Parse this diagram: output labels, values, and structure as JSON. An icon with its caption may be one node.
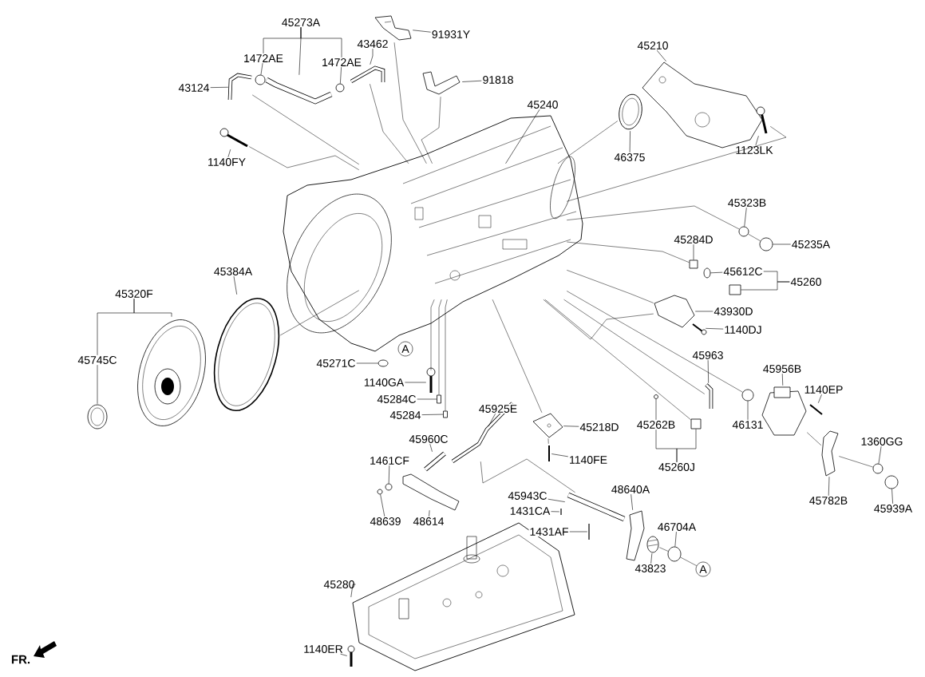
{
  "diagram": {
    "nodes": [
      {
        "text": [
          "45273A"
        ]
      },
      {
        "text": [
          "1472AE"
        ]
      },
      {
        "text": [
          "1472AE"
        ]
      },
      {
        "text": [
          "43124"
        ]
      },
      {
        "text": [
          "43462"
        ]
      },
      {
        "text": [
          "91931Y"
        ]
      },
      {
        "text": [
          "91818"
        ]
      },
      {
        "text": [
          "45240"
        ]
      },
      {
        "text": [
          "45210"
        ]
      },
      {
        "text": [
          "46375"
        ]
      },
      {
        "text": [
          "1123LK"
        ]
      },
      {
        "text": [
          "1140FY"
        ]
      },
      {
        "text": [
          "45323B"
        ]
      },
      {
        "text": [
          "45235A"
        ]
      },
      {
        "text": [
          "45284D"
        ]
      },
      {
        "text": [
          "45612C"
        ]
      },
      {
        "text": [
          "45260"
        ]
      },
      {
        "text": [
          "43930D"
        ]
      },
      {
        "text": [
          "1140DJ"
        ]
      },
      {
        "text": [
          "45384A"
        ]
      },
      {
        "text": [
          "45320F"
        ]
      },
      {
        "text": [
          "45745C"
        ]
      },
      {
        "text": [
          "45271C"
        ]
      },
      {
        "text": [
          "1140GA"
        ]
      },
      {
        "text": [
          "45284C"
        ]
      },
      {
        "text": [
          "45284"
        ]
      },
      {
        "text": [
          "45963"
        ]
      },
      {
        "text": [
          "45956B"
        ]
      },
      {
        "text": [
          "1140EP"
        ]
      },
      {
        "text": [
          "46131"
        ]
      },
      {
        "text": [
          "45925E"
        ]
      },
      {
        "text": [
          "45218D"
        ]
      },
      {
        "text": [
          "45262B"
        ]
      },
      {
        "text": [
          "45260J"
        ]
      },
      {
        "text": [
          "1140FE"
        ]
      },
      {
        "text": [
          "45960C"
        ]
      },
      {
        "text": [
          "1461CF"
        ]
      },
      {
        "text": [
          "1360GG"
        ]
      },
      {
        "text": [
          "48639"
        ]
      },
      {
        "text": [
          "48614"
        ]
      },
      {
        "text": [
          "45943C"
        ]
      },
      {
        "text": [
          "1431CA"
        ]
      },
      {
        "text": [
          "48640A"
        ]
      },
      {
        "text": [
          "1431AF"
        ]
      },
      {
        "text": [
          "46704A"
        ]
      },
      {
        "text": [
          "43823"
        ]
      },
      {
        "text": [
          "45782B"
        ]
      },
      {
        "text": [
          "45939A"
        ]
      },
      {
        "text": [
          "45280"
        ]
      },
      {
        "text": [
          "1140ER"
        ]
      },
      {
        "text": [],
        "shape": "picture"
      },
      {
        "text": [],
        "shape": "circle"
      },
      {
        "text": [],
        "shape": "circle"
      },
      {
        "text": [],
        "shape": "picture"
      },
      {
        "text": [],
        "shape": "picture"
      },
      {
        "text": [],
        "shape": "picture"
      },
      {
        "text": [],
        "shape": "picture"
      },
      {
        "text": [],
        "shape": "picture"
      },
      {
        "text": [],
        "shape": "picture"
      },
      {
        "text": [],
        "shape": "picture"
      },
      {
        "text": [],
        "shape": "picture"
      },
      {
        "text": [],
        "shape": "picture"
      },
      {
        "text": [],
        "shape": "circle"
      },
      {
        "text": [],
        "shape": "circle"
      },
      {
        "text": [],
        "shape": "box"
      },
      {
        "text": [],
        "shape": "circle"
      },
      {
        "text": [],
        "shape": "box"
      },
      {
        "text": [],
        "shape": "picture"
      },
      {
        "text": [],
        "shape": "picture"
      },
      {
        "text": [],
        "shape": "picture"
      },
      {
        "text": [],
        "shape": "picture"
      },
      {
        "text": [],
        "shape": "picture"
      },
      {
        "text": [],
        "shape": "circle"
      },
      {
        "text": [],
        "shape": "picture"
      },
      {
        "text": [],
        "shape": "box"
      },
      {
        "text": [],
        "shape": "box"
      },
      {
        "text": [],
        "shape": "picture"
      },
      {
        "text": [],
        "shape": "picture"
      },
      {
        "text": [],
        "shape": "picture"
      },
      {
        "text": [],
        "shape": "circle"
      },
      {
        "text": [],
        "shape": "picture"
      },
      {
        "text": [],
        "shape": "picture"
      },
      {
        "text": [],
        "shape": "circle"
      },
      {
        "text": [],
        "shape": "box"
      },
      {
        "text": [],
        "shape": "picture"
      },
      {
        "text": [],
        "shape": "picture"
      },
      {
        "text": [],
        "shape": "circle"
      },
      {
        "text": [],
        "shape": "circle"
      },
      {
        "text": [],
        "shape": "circle"
      },
      {
        "text": [],
        "shape": "picture"
      },
      {
        "text": [],
        "shape": "picture"
      },
      {
        "text": [],
        "shape": "picture"
      },
      {
        "text": [],
        "shape": "picture"
      },
      {
        "text": [],
        "shape": "picture"
      },
      {
        "text": [],
        "shape": "circle"
      },
      {
        "text": [],
        "shape": "picture"
      },
      {
        "text": [],
        "shape": "picture"
      },
      {
        "text": [],
        "shape": "circle"
      },
      {
        "text": [],
        "shape": "picture"
      },
      {
        "text": [],
        "shape": "picture"
      },
      {
        "text": [
          "A"
        ]
      },
      {
        "text": [
          "A"
        ]
      }
    ],
    "edges": [
      {
        "from": 0,
        "to": 1,
        "arrow": "none"
      },
      {
        "from": 0,
        "to": 2,
        "arrow": "none"
      },
      {
        "from": 0,
        "to": 50,
        "arrow": "none"
      },
      {
        "from": 1,
        "to": 51,
        "arrow": "none"
      },
      {
        "from": 2,
        "to": 52,
        "arrow": "none"
      },
      {
        "from": 3,
        "to": 53,
        "arrow": "none"
      },
      {
        "from": 4,
        "to": 54,
        "arrow": "none"
      },
      {
        "from": 5,
        "to": 55,
        "arrow": "none"
      },
      {
        "from": 6,
        "to": 56,
        "arrow": "none"
      },
      {
        "from": 7,
        "to": 57,
        "arrow": "none"
      },
      {
        "from": 8,
        "to": 58,
        "arrow": "none"
      },
      {
        "from": 9,
        "to": 59,
        "arrow": "none"
      },
      {
        "from": 10,
        "to": 60,
        "arrow": "none"
      },
      {
        "from": 11,
        "to": 61,
        "arrow": "none"
      },
      {
        "from": 12,
        "to": 62,
        "arrow": "none"
      },
      {
        "from": 13,
        "to": 63,
        "arrow": "none"
      },
      {
        "from": 14,
        "to": 64,
        "arrow": "none"
      },
      {
        "from": 15,
        "to": 65,
        "arrow": "none"
      },
      {
        "from": 16,
        "to": 15,
        "arrow": "none"
      },
      {
        "from": 16,
        "to": 66,
        "arrow": "none"
      },
      {
        "from": 17,
        "to": 67,
        "arrow": "none"
      },
      {
        "from": 18,
        "to": 68,
        "arrow": "none"
      },
      {
        "from": 19,
        "to": 69,
        "arrow": "none"
      },
      {
        "from": 20,
        "to": 21,
        "arrow": "none"
      },
      {
        "from": 20,
        "to": 70,
        "arrow": "none"
      },
      {
        "from": 21,
        "to": 71,
        "arrow": "none"
      },
      {
        "from": 22,
        "to": 72,
        "arrow": "none"
      },
      {
        "from": 23,
        "to": 73,
        "arrow": "none"
      },
      {
        "from": 24,
        "to": 74,
        "arrow": "none"
      },
      {
        "from": 25,
        "to": 75,
        "arrow": "none"
      },
      {
        "from": 26,
        "to": 76,
        "arrow": "none"
      },
      {
        "from": 27,
        "to": 77,
        "arrow": "none"
      },
      {
        "from": 28,
        "to": 78,
        "arrow": "none"
      },
      {
        "from": 29,
        "to": 79,
        "arrow": "none"
      },
      {
        "from": 30,
        "to": 80,
        "arrow": "none"
      },
      {
        "from": 31,
        "to": 81,
        "arrow": "none"
      },
      {
        "from": 32,
        "to": 82,
        "arrow": "none"
      },
      {
        "from": 33,
        "to": 32,
        "arrow": "none"
      },
      {
        "from": 33,
        "to": 83,
        "arrow": "none"
      },
      {
        "from": 34,
        "to": 84,
        "arrow": "none"
      },
      {
        "from": 35,
        "to": 85,
        "arrow": "none"
      },
      {
        "from": 36,
        "to": 86,
        "arrow": "none"
      },
      {
        "from": 37,
        "to": 87,
        "arrow": "none"
      },
      {
        "from": 38,
        "to": 88,
        "arrow": "none"
      },
      {
        "from": 39,
        "to": 89,
        "arrow": "none"
      },
      {
        "from": 40,
        "to": 90,
        "arrow": "none"
      },
      {
        "from": 41,
        "to": 91,
        "arrow": "none"
      },
      {
        "from": 42,
        "to": 92,
        "arrow": "none"
      },
      {
        "from": 43,
        "to": 93,
        "arrow": "none"
      },
      {
        "from": 44,
        "to": 94,
        "arrow": "none"
      },
      {
        "from": 45,
        "to": 95,
        "arrow": "none"
      },
      {
        "from": 46,
        "to": 96,
        "arrow": "none"
      },
      {
        "from": 47,
        "to": 97,
        "arrow": "none"
      },
      {
        "from": 48,
        "to": 98,
        "arrow": "none"
      },
      {
        "from": 49,
        "to": 99,
        "arrow": "none"
      },
      {
        "from": 53,
        "to": 57,
        "arrow": "none"
      },
      {
        "from": 61,
        "to": 57,
        "arrow": "none"
      },
      {
        "from": 54,
        "to": 57,
        "arrow": "none"
      },
      {
        "from": 55,
        "to": 57,
        "arrow": "none"
      },
      {
        "from": 56,
        "to": 57,
        "arrow": "none"
      },
      {
        "from": 59,
        "to": 57,
        "arrow": "none"
      },
      {
        "from": 60,
        "to": 57,
        "arrow": "none"
      },
      {
        "from": 62,
        "to": 57,
        "arrow": "none"
      },
      {
        "from": 63,
        "to": 62,
        "arrow": "none"
      },
      {
        "from": 64,
        "to": 57,
        "arrow": "none"
      },
      {
        "from": 67,
        "to": 57,
        "arrow": "none"
      },
      {
        "from": 67,
        "to": 57,
        "arrow": "none"
      },
      {
        "from": 76,
        "to": 57,
        "arrow": "none"
      },
      {
        "from": 79,
        "to": 57,
        "arrow": "none"
      },
      {
        "from": 87,
        "to": 96,
        "arrow": "none"
      },
      {
        "from": 96,
        "to": 77,
        "arrow": "none"
      },
      {
        "from": 83,
        "to": 57,
        "arrow": "none"
      },
      {
        "from": 81,
        "to": 57,
        "arrow": "none"
      },
      {
        "from": 69,
        "to": 57,
        "arrow": "none"
      },
      {
        "from": 73,
        "to": 57,
        "arrow": "none"
      },
      {
        "from": 74,
        "to": 57,
        "arrow": "none"
      },
      {
        "from": 75,
        "to": 57,
        "arrow": "none"
      },
      {
        "from": 80,
        "to": 90,
        "arrow": "none"
      },
      {
        "from": 95,
        "to": 94,
        "arrow": "none"
      },
      {
        "from": 94,
        "to": 101,
        "arrow": "none"
      },
      {
        "from": 84,
        "to": 81,
        "arrow": "none"
      }
    ],
    "labels": [
      "FR."
    ]
  }
}
